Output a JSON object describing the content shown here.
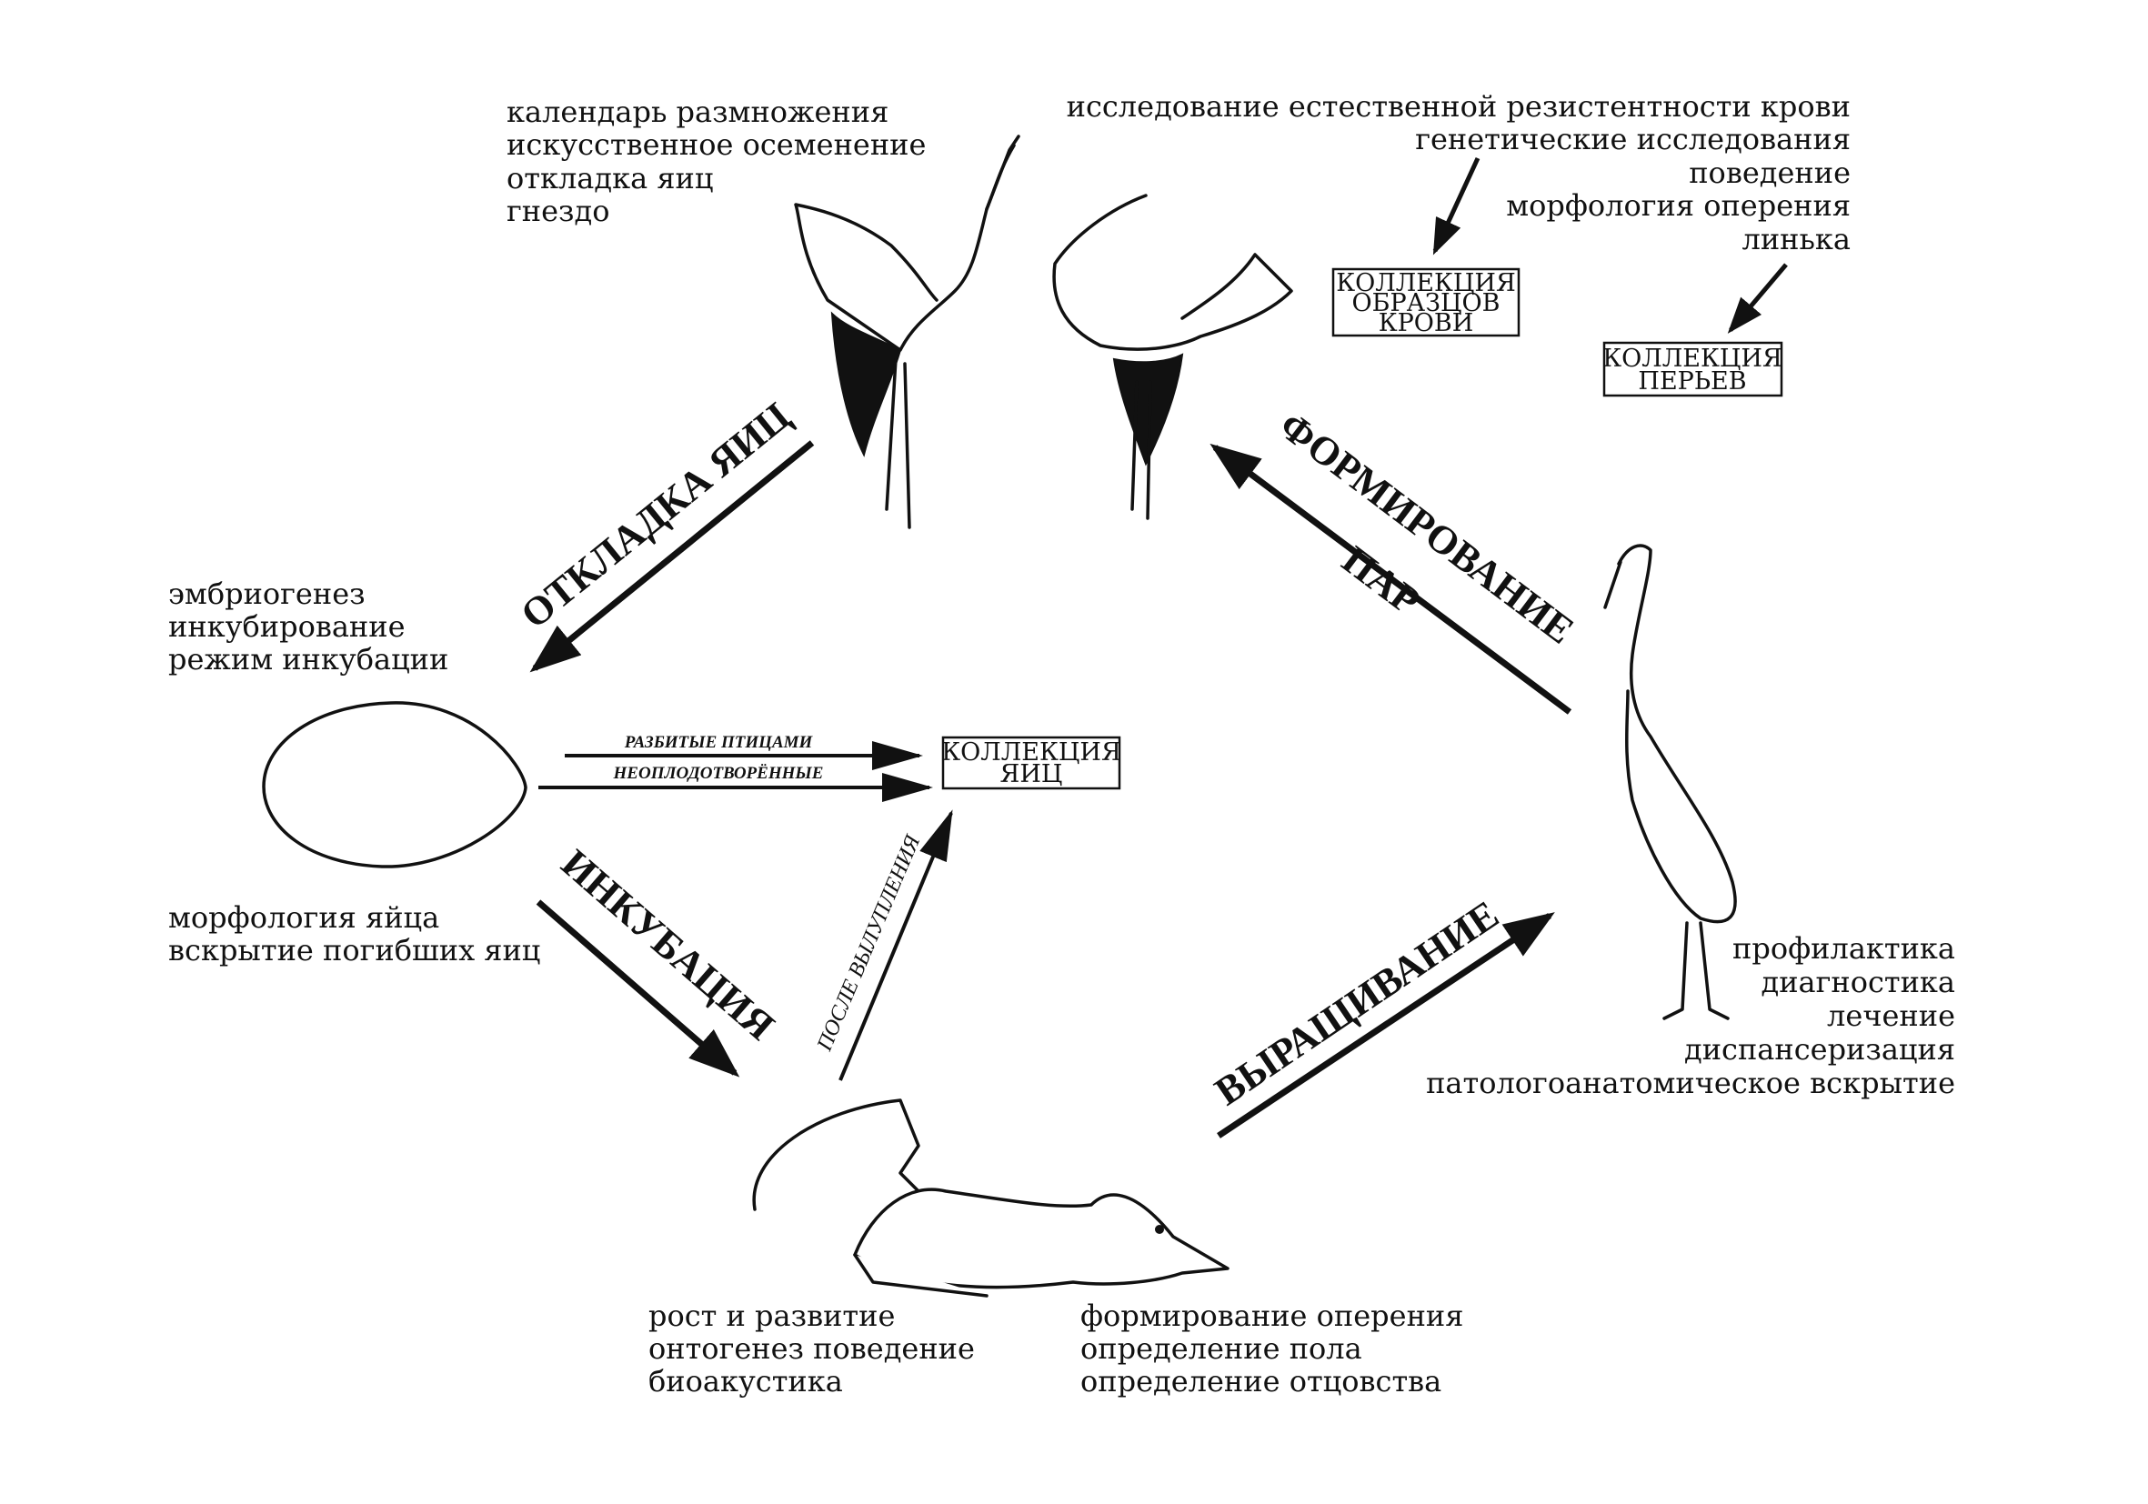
{
  "top_left_notes": [
    "календарь размножения",
    "искусственное осеменение",
    "откладка яиц",
    "гнездо"
  ],
  "top_right_notes": [
    "исследование естественной резистентности крови",
    "генетические исследования",
    "поведение",
    "морфология оперения",
    "линька"
  ],
  "blood_collection": [
    "КОЛЛЕКЦИЯ",
    "ОБРАЗЦОВ",
    "КРОВИ"
  ],
  "feather_collection": [
    "КОЛЛЕКЦИЯ",
    "ПЕРЬЕВ"
  ],
  "egg_collection": [
    "КОЛЛЕКЦИЯ",
    "ЯИЦ"
  ],
  "egg_notes_top": [
    "эмбриогенез",
    "инкубирование",
    "режим инкубации"
  ],
  "egg_notes_bottom": [
    "морфология яйца",
    "вскрытие погибших яиц"
  ],
  "chick_notes_left": [
    "рост и развитие",
    "онтогенез поведение",
    "биоакустика"
  ],
  "chick_notes_right": [
    "формирование оперения",
    "определение пола",
    "определение отцовства"
  ],
  "adult_notes": [
    "профилактика",
    "диагностика",
    "лечение",
    "диспансеризация",
    "патологоанатомическое вскрытие"
  ],
  "arrows": {
    "egg_laying": "ОТКЛАДКА ЯИЦ",
    "pair_forming": [
      "ФОРМИРОВАНИЕ",
      "ПАР"
    ],
    "rearing": "ВЫРАЩИВАНИЕ",
    "incubation": "ИНКУБАЦИЯ",
    "after_hatching": "ПОСЛЕ ВЫЛУПЛЕНИЯ",
    "broken_by_birds": "РАЗБИТЫЕ ПТИЦАМИ",
    "unfertilized": "НЕОПЛОДОТВОРЁННЫЕ"
  }
}
